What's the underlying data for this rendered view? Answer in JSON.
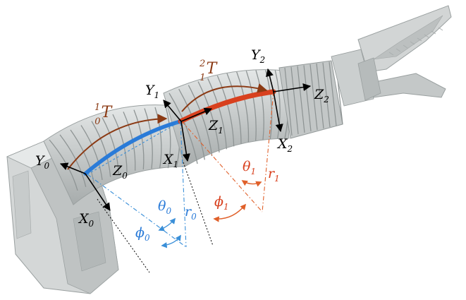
{
  "colors": {
    "body": "#c9cccc",
    "body_dark": "#9ea3a3",
    "body_light": "#e3e6e6",
    "arc0": "#2a7bd8",
    "arc1": "#d8401e",
    "transform_arrow": "#8b3a14",
    "theta_phi_0": "#3a8fd8",
    "theta_phi_1": "#e0602a",
    "frame": "#000000"
  },
  "labels": {
    "transform_0": {
      "pre_sup": "1",
      "pre_sub": "0",
      "symbol": "T"
    },
    "transform_1": {
      "pre_sup": "2",
      "pre_sub": "1",
      "symbol": "T"
    },
    "frame0": {
      "x": {
        "base": "X",
        "sub": "0"
      },
      "y": {
        "base": "Y",
        "sub": "0"
      },
      "z": {
        "base": "Z",
        "sub": "0"
      }
    },
    "frame1": {
      "x": {
        "base": "X",
        "sub": "1"
      },
      "y": {
        "base": "Y",
        "sub": "1"
      },
      "z": {
        "base": "Z",
        "sub": "1"
      }
    },
    "frame2": {
      "x": {
        "base": "X",
        "sub": "2"
      },
      "y": {
        "base": "Y",
        "sub": "2"
      },
      "z": {
        "base": "Z",
        "sub": "2"
      }
    },
    "seg0": {
      "theta": {
        "base": "θ",
        "sub": "0"
      },
      "phi": {
        "base": "ϕ",
        "sub": "0"
      },
      "r": {
        "base": "r",
        "sub": "0"
      }
    },
    "seg1": {
      "theta": {
        "base": "θ",
        "sub": "1"
      },
      "phi": {
        "base": "ϕ",
        "sub": "1"
      },
      "r": {
        "base": "r",
        "sub": "1"
      }
    }
  }
}
